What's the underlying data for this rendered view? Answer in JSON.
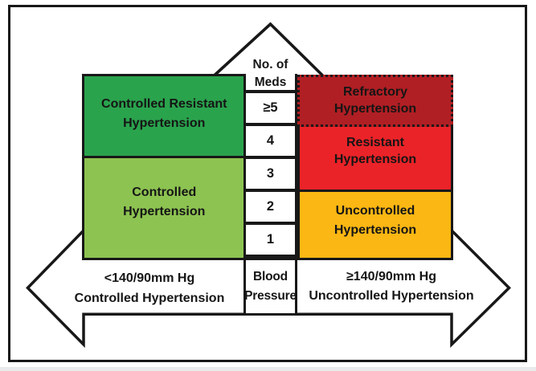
{
  "figure": {
    "meds_header": {
      "line1": "No. of",
      "line2": "Meds"
    },
    "med_levels": [
      "≥5",
      "4",
      "3",
      "2",
      "1"
    ],
    "bp_cell": {
      "line1": "Blood",
      "line2": "Pressure"
    },
    "left_boxes": [
      {
        "label_line1": "Controlled Resistant",
        "label_line2": "Hypertension",
        "color": "#2aa34d"
      },
      {
        "label_line1": "Controlled",
        "label_line2": "Hypertension",
        "color": "#8dc351"
      }
    ],
    "right_boxes": [
      {
        "label_line1": "Refractory",
        "label_line2": "Hypertension",
        "color": "#b01f24",
        "border_style": "dotted"
      },
      {
        "label_line1": "Resistant",
        "label_line2": "Hypertension",
        "color": "#ea2328",
        "border_style": "solid"
      },
      {
        "label_line1": "Uncontrolled",
        "label_line2": "Hypertension",
        "color": "#fbb713",
        "border_style": "solid"
      }
    ],
    "left_arrow_label": {
      "line1": "<140/90mm Hg",
      "line2": "Controlled Hypertension"
    },
    "right_arrow_label": {
      "line1": "≥140/90mm Hg",
      "line2": "Uncontrolled Hypertension"
    },
    "line_color": "#181818",
    "arrow_fill": "#ffffff"
  }
}
